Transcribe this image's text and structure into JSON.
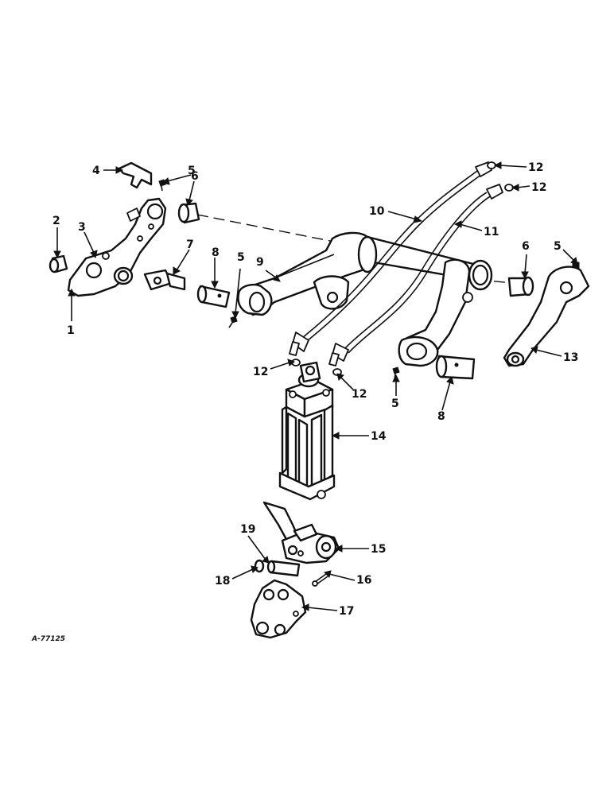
{
  "diagram": {
    "reference": "A-77125",
    "callouts": {
      "c1": "1",
      "c2": "2",
      "c3": "3",
      "c4": "4",
      "c5a": "5",
      "c5b": "5",
      "c5c": "5",
      "c5d": "5",
      "c6a": "6",
      "c6b": "6",
      "c7": "7",
      "c8a": "8",
      "c8b": "8",
      "c9": "9",
      "c10": "10",
      "c11": "11",
      "c12a": "12",
      "c12b": "12",
      "c12c": "12",
      "c12d": "12",
      "c13": "13",
      "c14": "14",
      "c15": "15",
      "c16": "16",
      "c17": "17",
      "c18": "18",
      "c19": "19"
    }
  }
}
